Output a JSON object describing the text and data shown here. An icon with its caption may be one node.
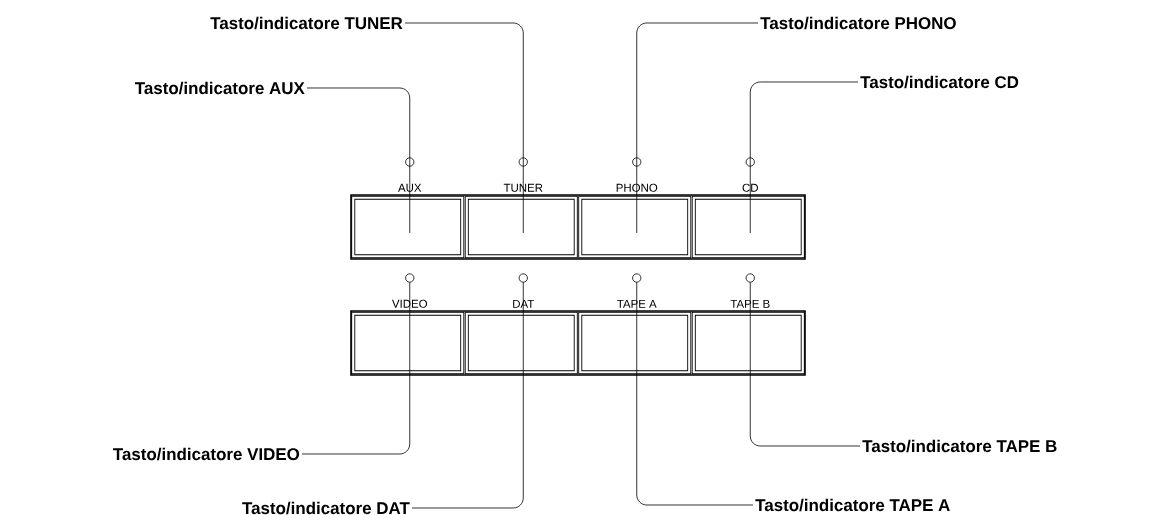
{
  "diagram": {
    "nodes": [
      {
        "text": [
          "Tasto/indicatore TUNER"
        ]
      },
      {
        "text": [
          "Tasto/indicatore PHONO"
        ]
      },
      {
        "text": [
          "Tasto/indicatore AUX"
        ]
      },
      {
        "text": [
          "Tasto/indicatore CD"
        ]
      },
      {
        "text": [],
        "shape": "box"
      },
      {
        "text": [
          "AUX"
        ],
        "in": 4
      },
      {
        "text": [
          "TUNER"
        ],
        "in": 4
      },
      {
        "text": [
          "PHONO"
        ],
        "in": 4
      },
      {
        "text": [
          "CD"
        ],
        "in": 4
      },
      {
        "text": [],
        "shape": "box"
      },
      {
        "text": [
          "VIDEO"
        ],
        "in": 9
      },
      {
        "text": [
          "DAT"
        ],
        "in": 9
      },
      {
        "text": [
          "TAPE A"
        ],
        "in": 9
      },
      {
        "text": [
          "TAPE B"
        ],
        "in": 9
      },
      {
        "text": [
          "Tasto/indicatore VIDEO"
        ]
      },
      {
        "text": [
          "Tasto/indicatore TAPE B"
        ]
      },
      {
        "text": [
          "Tasto/indicatore DAT"
        ]
      },
      {
        "text": [
          "Tasto/indicatore TAPE A"
        ]
      }
    ],
    "edges": [
      {
        "from": 0,
        "to": 6,
        "arrow": "none"
      },
      {
        "from": 1,
        "to": 7,
        "arrow": "none"
      },
      {
        "from": 2,
        "to": 5,
        "arrow": "none"
      },
      {
        "from": 3,
        "to": 8,
        "arrow": "none"
      },
      {
        "from": 14,
        "to": 10,
        "arrow": "none"
      },
      {
        "from": 15,
        "to": 13,
        "arrow": "none"
      },
      {
        "from": 16,
        "to": 11,
        "arrow": "none"
      },
      {
        "from": 17,
        "to": 12,
        "arrow": "none"
      }
    ]
  }
}
